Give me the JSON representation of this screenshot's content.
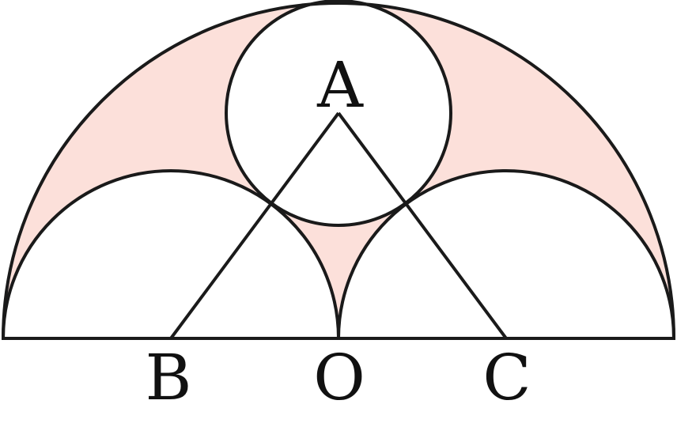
{
  "diagram": {
    "points": {
      "A": "A",
      "B": "B",
      "O": "O",
      "C": "C"
    },
    "colors": {
      "shaded": "#fce0da",
      "stroke": "#1a1a1a",
      "background": "#ffffff"
    }
  }
}
